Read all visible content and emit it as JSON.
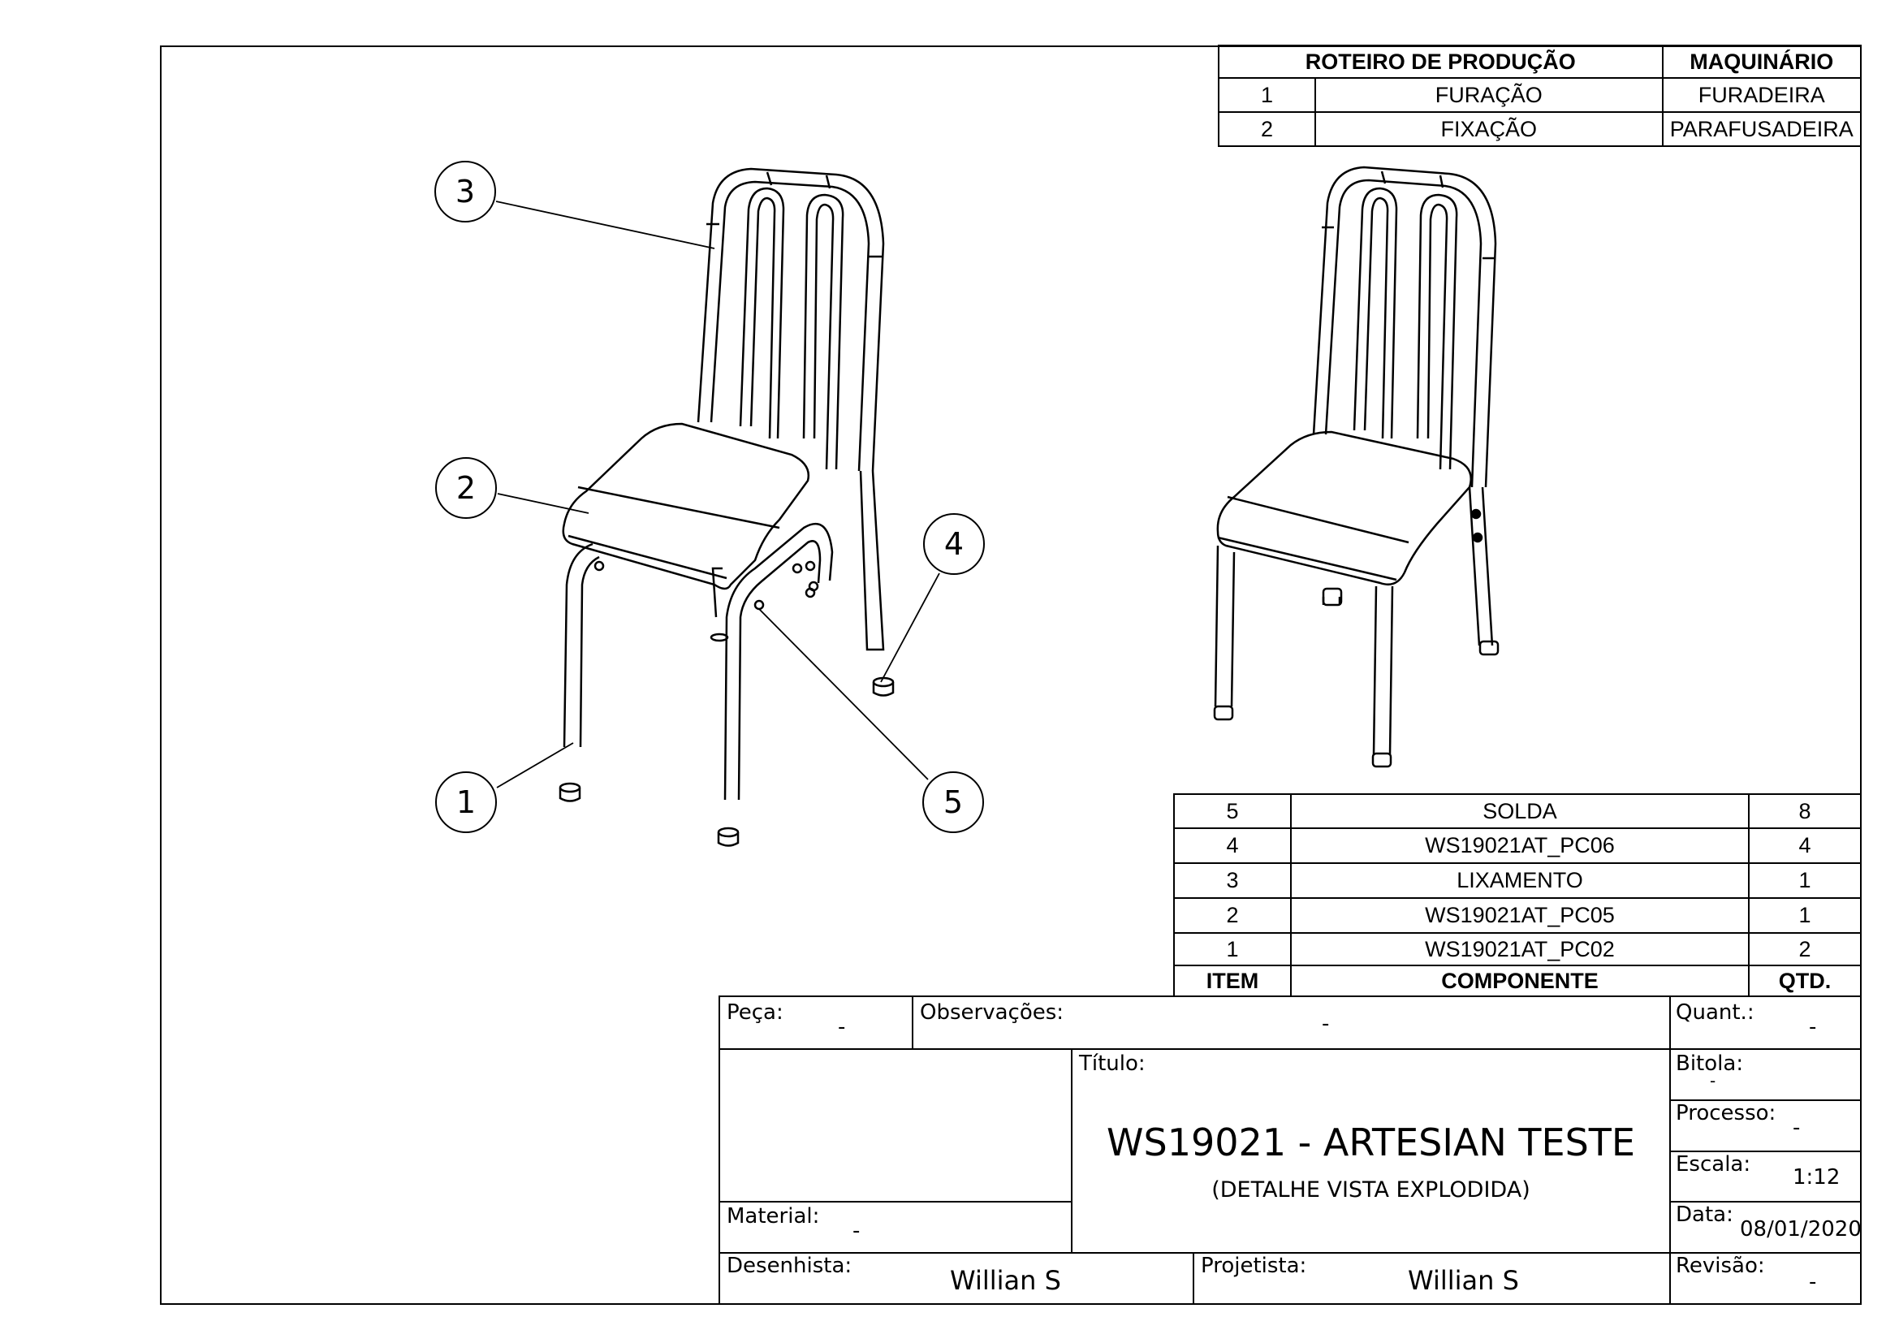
{
  "routing_table": {
    "header_step": "ROTEIRO DE PRODUÇÃO",
    "header_machine": "MAQUINÁRIO",
    "rows": [
      {
        "num": "1",
        "step": "FURAÇÃO",
        "machine": "FURADEIRA"
      },
      {
        "num": "2",
        "step": "FIXAÇÃO",
        "machine": "PARAFUSADEIRA"
      }
    ]
  },
  "balloons": [
    "1",
    "2",
    "3",
    "4",
    "5"
  ],
  "bom": {
    "rows": [
      {
        "item": "5",
        "component": "SOLDA",
        "qty": "8"
      },
      {
        "item": "4",
        "component": "WS19021AT_PC06",
        "qty": "4"
      },
      {
        "item": "3",
        "component": "LIXAMENTO",
        "qty": "1"
      },
      {
        "item": "2",
        "component": "WS19021AT_PC05",
        "qty": "1"
      },
      {
        "item": "1",
        "component": "WS19021AT_PC02",
        "qty": "2"
      }
    ],
    "header_item": "ITEM",
    "header_component": "COMPONENTE",
    "header_qty": "QTD."
  },
  "title_block": {
    "peca_label": "Peça:",
    "peca_value": "-",
    "obs_label": "Observações:",
    "obs_value": "-",
    "quant_label": "Quant.:",
    "quant_value": "-",
    "titulo_label": "Título:",
    "title": "WS19021 - ARTESIAN TESTE",
    "subtitle": "(DETALHE VISTA EXPLODIDA)",
    "bitola_label": "Bitola:",
    "bitola_value": "-",
    "processo_label": "Processo:",
    "processo_value": "-",
    "escala_label": "Escala:",
    "escala_value": "1:12",
    "material_label": "Material:",
    "material_value": "-",
    "data_label": "Data:",
    "data_value": "08/01/2020",
    "desenhista_label": "Desenhista:",
    "desenhista_value": "Willian S",
    "projetista_label": "Projetista:",
    "projetista_value": "Willian S",
    "revisao_label": "Revisão:",
    "revisao_value": "-"
  }
}
